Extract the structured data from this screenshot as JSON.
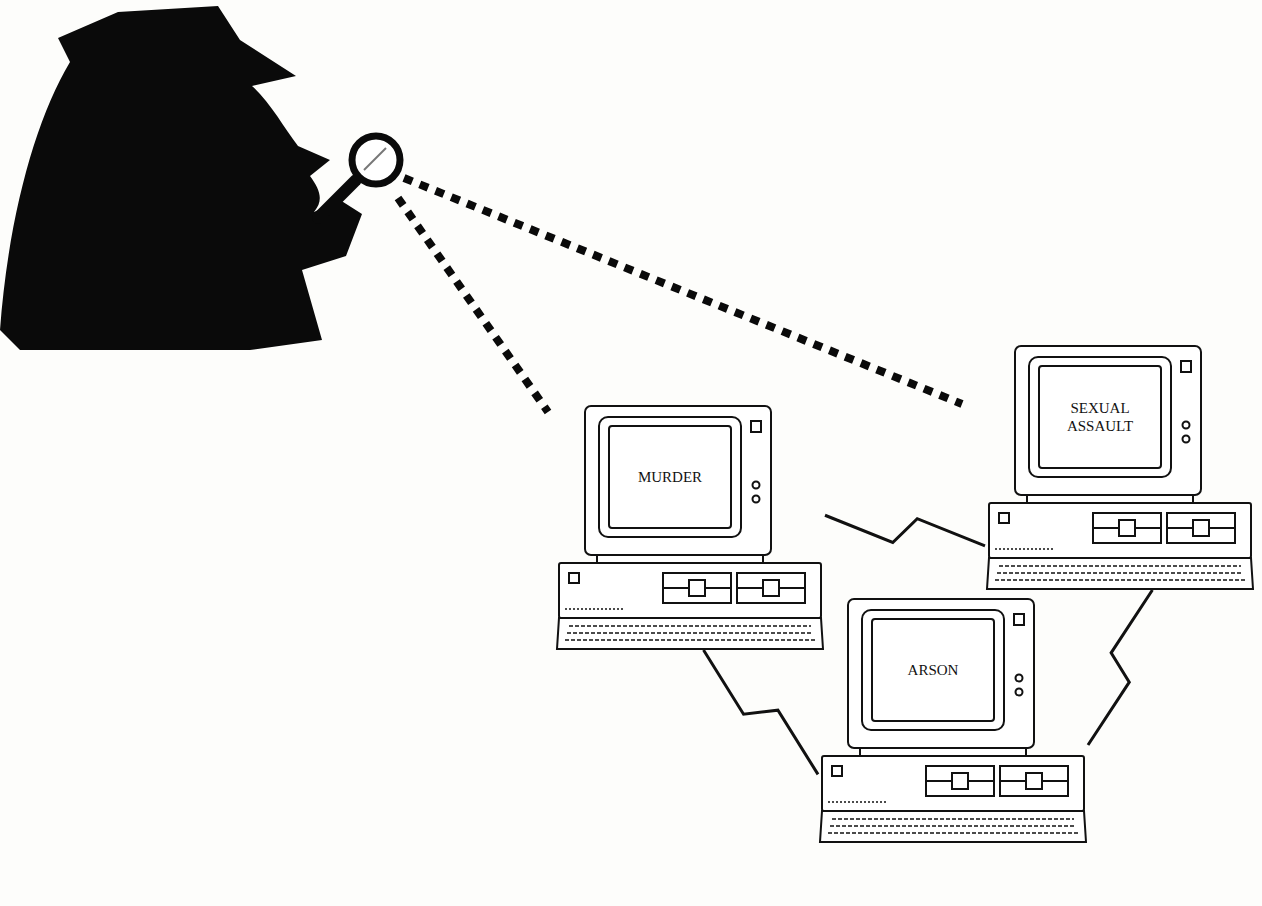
{
  "diagram": {
    "nodes": [
      {
        "text": [
          "MURDER"
        ]
      },
      {
        "text": [
          "SEXUAL ASSAULT"
        ]
      },
      {
        "text": [
          "ARSON"
        ]
      }
    ],
    "edges": [
      {
        "from": 0,
        "to": 1,
        "arrow": "none"
      },
      {
        "from": 0,
        "to": 2,
        "arrow": "none"
      },
      {
        "from": 1,
        "to": 2,
        "arrow": "none"
      }
    ]
  }
}
